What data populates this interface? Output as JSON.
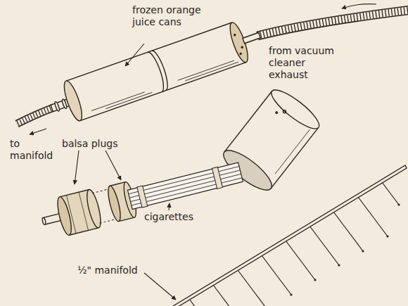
{
  "diagram": {
    "labels": [
      "frozen orange juice cans",
      "from vacuum cleaner exhaust",
      "to manifold",
      "balsa plugs",
      "cigarettes",
      "½\" manifold"
    ]
  }
}
